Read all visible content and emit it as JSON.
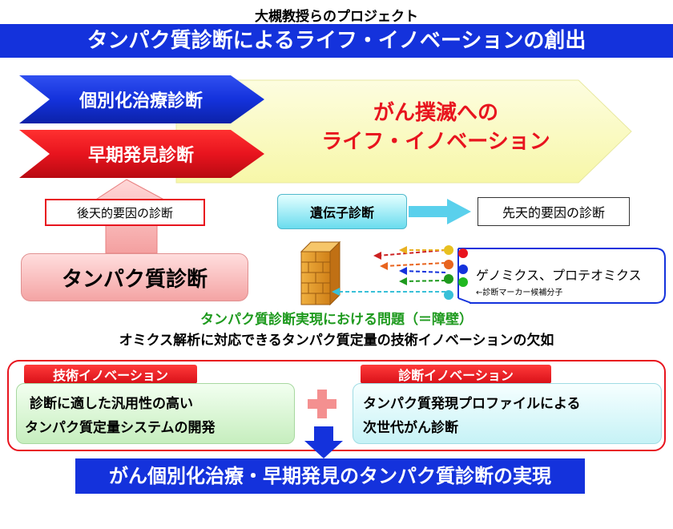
{
  "header": {
    "project_label": "大槻教授らのプロジェクト",
    "title": "タンパク質診断によるライフ・イノベーションの創出"
  },
  "arrows": {
    "personalized": "個別化治療診断",
    "early": "早期発見診断",
    "goal_line1": "がん撲滅への",
    "goal_line2": "ライフ・イノベーション"
  },
  "diagnosis": {
    "acquired_label": "後天的要因の診断",
    "protein_main": "タンパク質診断",
    "gene_label": "遺伝子診断",
    "congenital_label": "先天的要因の診断",
    "omics_label": "ゲノミクス、プロテオミクス",
    "marker_note": "←診断マーカー候補分子"
  },
  "problem": {
    "heading": "タンパク質診断実現における問題（＝障壁）",
    "detail": "オミクス解析に対応できるタンパク質定量の技術イノベーションの欠如"
  },
  "innovations": {
    "tech_tag": "技術イノベーション",
    "tech_line1": "診断に適した汎用性の高い",
    "tech_line2": "タンパク質定量システムの開発",
    "diag_tag": "診断イノベーション",
    "diag_line1": "タンパク質発現プロファイルによる",
    "diag_line2": "次世代がん診断"
  },
  "result": "がん個別化治療・早期発見のタンパク質診断の実現",
  "colors": {
    "blue": "#1432dc",
    "red": "#e8141e",
    "green_text": "#1e9a1e",
    "yellow": "#fbfbc0",
    "pink": "#f6a0a0"
  }
}
